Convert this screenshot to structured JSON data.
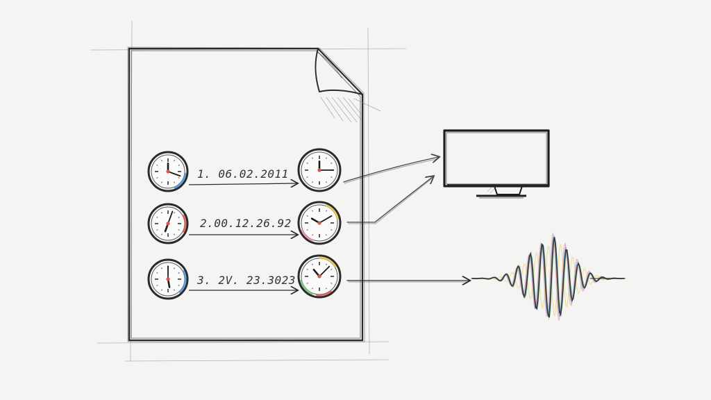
{
  "diagram": {
    "rows": [
      {
        "label": "1. 06.02.2011"
      },
      {
        "label": "2.00.12.26.92"
      },
      {
        "label": "3. 2V. 23.3023"
      }
    ],
    "colors": {
      "ink": "#2a2a2a",
      "paper": "#f4f4f3",
      "accent_blue": "#4a90d9",
      "accent_red": "#d9534f",
      "accent_yellow": "#e8c547",
      "accent_green": "#6fbf73",
      "accent_pink": "#e88aa6"
    }
  }
}
